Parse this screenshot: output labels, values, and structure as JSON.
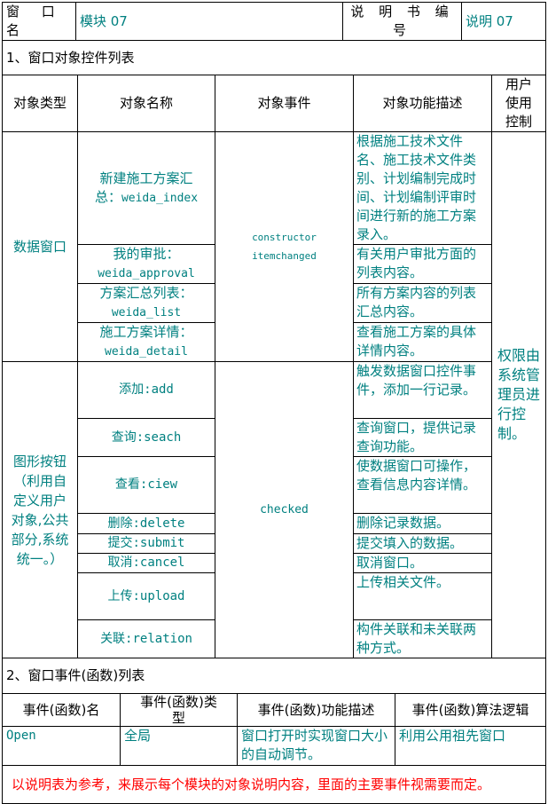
{
  "header": {
    "window_name_label": "窗 口 名",
    "window_name_value": "模块 07",
    "spec_number_label": "说 明 书 编 号",
    "spec_number_value": "说明 07"
  },
  "section1": {
    "title": "1、窗口对象控件列表",
    "columns": [
      "对象类型",
      "对象名称",
      "对象事件",
      "对象功能描述",
      "用户使用控制"
    ],
    "user_control_value": "权限由系统管理员进行控制。",
    "groups": [
      {
        "type": "数据窗口",
        "events": [
          "constructor",
          "itemchanged"
        ],
        "items": [
          {
            "name": "新建施工方案汇总：weida_index",
            "description": "根据施工技术文件名、施工技术文件类别、计划编制完成时间、计划编制评审时间进行新的施工方案录入。"
          },
          {
            "name": "我的审批：weida_approval",
            "description": "有关用户审批方面的列表内容。"
          },
          {
            "name": "方案汇总列表：weida_list",
            "description": "所有方案内容的列表汇总内容。"
          },
          {
            "name": "施工方案详情：weida_detail",
            "description": "查看施工方案的具体详情内容。"
          }
        ]
      },
      {
        "type": "图形按钮（利用自定义用户对象,公共部分,系统统一。）",
        "events": [
          "checked"
        ],
        "items": [
          {
            "name": "添加:add",
            "description": "触发数据窗口控件事件，添加一行记录。"
          },
          {
            "name": "查询:seach",
            "description": "查询窗口，提供记录查询功能。"
          },
          {
            "name": "查看:ciew",
            "description": "使数据窗口可操作，查看信息内容详情。"
          },
          {
            "name": "删除:delete",
            "description": "删除记录数据。"
          },
          {
            "name": "提交:submit",
            "description": "提交填入的数据。"
          },
          {
            "name": "取消:cancel",
            "description": "取消窗口。"
          },
          {
            "name": "上传:upload",
            "description": "上传相关文件。"
          },
          {
            "name": "关联:relation",
            "description": "构件关联和未关联两种方式。"
          }
        ]
      }
    ]
  },
  "section2": {
    "title": "2、窗口事件(函数)列表",
    "columns": [
      "事件(函数)名",
      "事件(函数)类型",
      "事件(函数)功能描述",
      "事件(函数)算法逻辑"
    ],
    "rows": [
      {
        "name": "Open",
        "type": "全局",
        "description": "窗口打开时实现窗口大小的自动调节。",
        "logic": "利用公用祖先窗口"
      }
    ]
  },
  "note": "以说明表为参考，来展示每个模块的对象说明内容，里面的主要事件视需要而定。",
  "colors": {
    "text": "#000000",
    "value_teal": "#008080",
    "note_red": "#ff0000",
    "border": "#000000"
  }
}
